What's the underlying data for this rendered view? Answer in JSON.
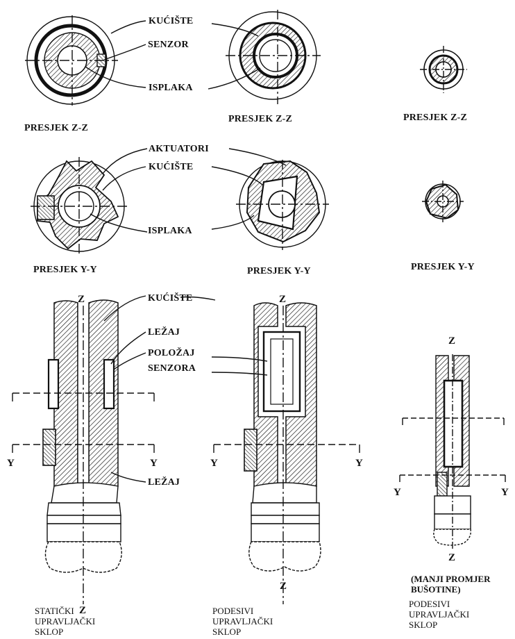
{
  "labels": {
    "kuciste": "KUĆIŠTE",
    "senzor": "SENZOR",
    "isplaka": "ISPLAKA",
    "aktuatori": "AKTUATORI",
    "lezaj": "LEŽAJ",
    "polozaj_senzora": [
      "POLOŽAJ",
      "SENZORA"
    ]
  },
  "section_titles": {
    "zz": "PRESJEK Z-Z",
    "zz_col3": "PRESJEK Z-Z",
    "yy_col1": "PRESJEK Y-Y",
    "yy": "PRESJEK Y-Y"
  },
  "axis_letters": {
    "z": "Z",
    "y": "Y"
  },
  "captions": {
    "static": [
      "STATIČKI",
      "UPRAVLJAČKI",
      "SKLOP"
    ],
    "adjustable": [
      "PODESIVI",
      "UPRAVLJAČKI",
      "SKLOP"
    ],
    "small_note": [
      "(MANJI PROMJER",
      "BUŠOTINE)"
    ],
    "small": [
      "PODESIVI",
      "UPRAVLJAČKI",
      "SKLOP"
    ]
  },
  "colors": {
    "ink": "#111111",
    "paper": "#ffffff"
  }
}
